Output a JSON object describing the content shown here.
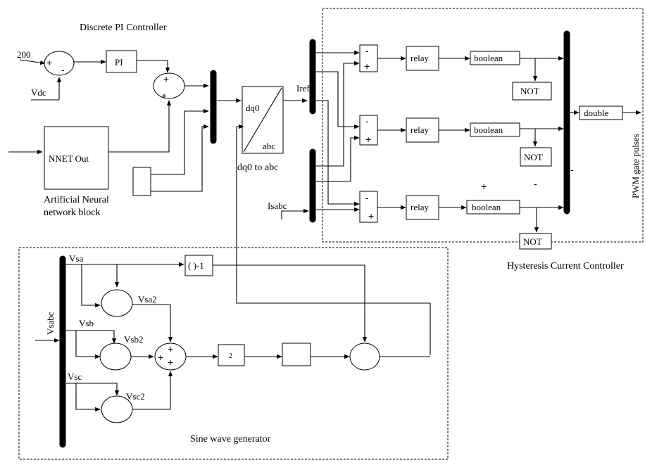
{
  "pi_section": {
    "title": "Discrete PI Controller",
    "setpoint": "200",
    "pi_block": "PI",
    "vdc_label": "Vdc",
    "sum1_signs": [
      "+",
      "-"
    ],
    "sum2_signs": [
      "+",
      "+"
    ]
  },
  "ann": {
    "block": "NNET Out",
    "caption_line1": "Artificial Neural",
    "caption_line2": "network block"
  },
  "transform": {
    "top_label": "dq0",
    "bottom_label": "abc",
    "caption": "dq0 to abc"
  },
  "signals": {
    "iref": "Iref",
    "isabc": "Isabc",
    "vsabc": "Vsabc",
    "vsa": "Vsa",
    "vsb": "Vsb",
    "vsc": "Vsc",
    "vsa2": "Vsa2",
    "vsb2": "Vsb2",
    "vsc2": "Vsc2",
    "pwm": "PWM gate pulses"
  },
  "hysteresis": {
    "caption": "Hysteresis Current Controller",
    "relay": "relay",
    "boolean": "boolean",
    "not_block": "NOT",
    "double_block": "double",
    "sum_signs": [
      "-",
      "+"
    ],
    "stray_plus": "+",
    "stray_minus": "-"
  },
  "sine": {
    "caption": "Sine wave generator",
    "reciprocal": "( )-1",
    "gain": "2",
    "sum_signs": [
      "+",
      "+",
      "+"
    ]
  }
}
